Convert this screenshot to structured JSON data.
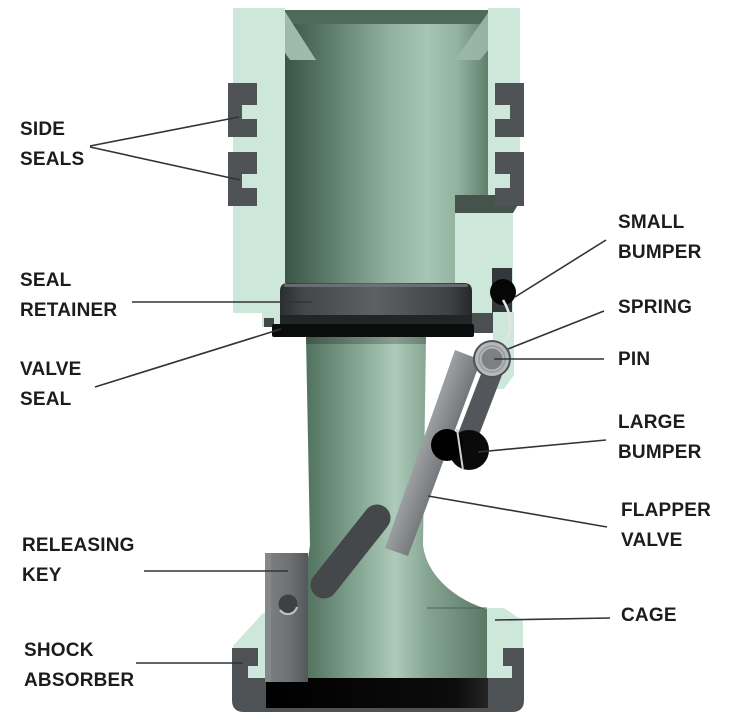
{
  "diagram": {
    "labels": [
      {
        "id": "side-seals",
        "lines": [
          "SIDE",
          "SEALS"
        ]
      },
      {
        "id": "seal-retainer",
        "lines": [
          "SEAL",
          "RETAINER"
        ]
      },
      {
        "id": "valve-seal",
        "lines": [
          "VALVE",
          "SEAL"
        ]
      },
      {
        "id": "releasing-key",
        "lines": [
          "RELEASING",
          "KEY"
        ]
      },
      {
        "id": "shock-absorber",
        "lines": [
          "SHOCK",
          "ABSORBER"
        ]
      },
      {
        "id": "small-bumper",
        "lines": [
          "SMALL",
          "BUMPER"
        ]
      },
      {
        "id": "spring",
        "lines": [
          "SPRING"
        ]
      },
      {
        "id": "pin",
        "lines": [
          "PIN"
        ]
      },
      {
        "id": "large-bumper",
        "lines": [
          "LARGE",
          "BUMPER"
        ]
      },
      {
        "id": "flapper-valve",
        "lines": [
          "FLAPPER",
          "VALVE"
        ]
      },
      {
        "id": "cage",
        "lines": [
          "CAGE"
        ]
      }
    ]
  },
  "palette": {
    "background": "#ffffff",
    "housing_mint": "#cde8da",
    "bore_sage_dark": "#4f6f5d",
    "bore_sage_light": "#aecbba",
    "metal_dark_gray": "#4e5255",
    "metal_mid_gray": "#8b8f91",
    "seal_black": "#0b0d0d",
    "pin_ring_gray": "#b6b9bb",
    "label_text": "#1c1c1c",
    "leader_line": "#333333"
  }
}
